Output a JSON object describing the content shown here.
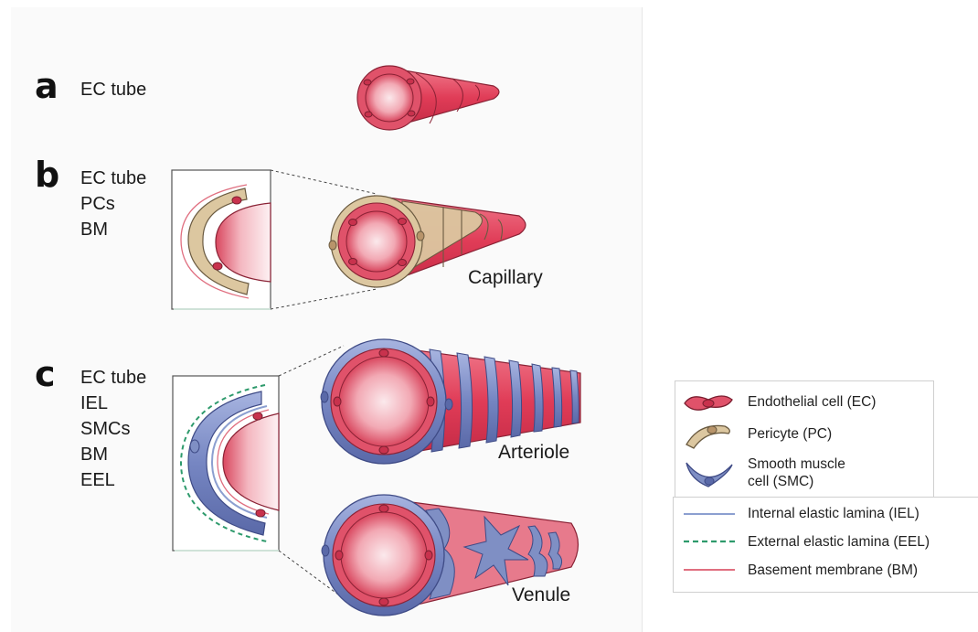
{
  "panels": [
    {
      "letter": "a",
      "components": [
        "EC tube"
      ]
    },
    {
      "letter": "b",
      "components": [
        "EC tube",
        "PCs",
        "BM"
      ],
      "vessel": "Capillary"
    },
    {
      "letter": "c",
      "components": [
        "EC tube",
        "IEL",
        "SMCs",
        "BM",
        "EEL"
      ],
      "vessels": [
        "Arteriole",
        "Venule"
      ]
    }
  ],
  "legend": {
    "cells": [
      {
        "label": "Endothelial cell (EC)",
        "icon": "endothelial-cell-icon",
        "color": "#d93a56"
      },
      {
        "label": "Pericyte (PC)",
        "icon": "pericyte-icon",
        "color": "#dcc7a0"
      },
      {
        "label_lines": [
          "Smooth muscle",
          "cell (SMC)"
        ],
        "icon": "smooth-muscle-cell-icon",
        "color": "#7f8fc4"
      }
    ],
    "lines": [
      {
        "label": "Internal elastic lamina (IEL)",
        "color": "#8c9fd0",
        "style": "solid"
      },
      {
        "label": "External elastic lamina (EEL)",
        "color": "#2e9a6c",
        "style": "dashed"
      },
      {
        "label": "Basement membrane (BM)",
        "color": "#e06f80",
        "style": "solid"
      }
    ]
  }
}
